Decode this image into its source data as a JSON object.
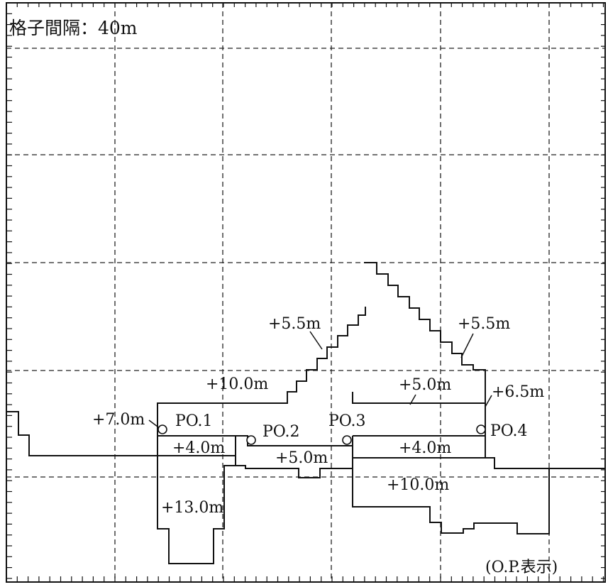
{
  "title": "格子間隔：40m",
  "note": "(O.P.表示)",
  "ports": {
    "po1": "PO.1",
    "po2": "PO.2",
    "po3": "PO.3",
    "po4": "PO.4"
  },
  "elevations": {
    "left_slope": "+5.5m",
    "right_slope": "+5.5m",
    "left_yard": "+10.0m",
    "right_upper": "+5.0m",
    "po4_top": "+6.5m",
    "po1_top": "+7.0m",
    "left_mid": "+4.0m",
    "center_mid": "+5.0m",
    "right_mid": "+4.0m",
    "left_lower": "+13.0m",
    "right_lower": "+10.0m"
  }
}
